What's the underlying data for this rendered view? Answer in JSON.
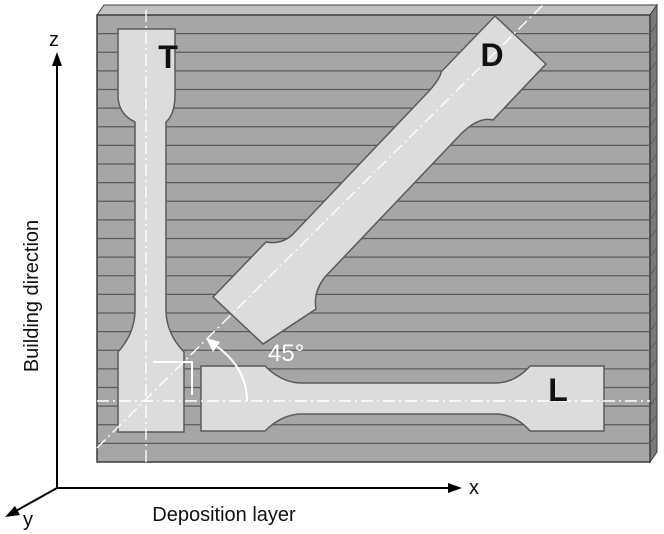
{
  "specimens": {
    "t": {
      "label": "T"
    },
    "d": {
      "label": "D"
    },
    "l": {
      "label": "L"
    }
  },
  "angle": {
    "label": "45°"
  },
  "axes": {
    "z_label": "z",
    "x_label": "x",
    "y_label": "y",
    "vertical_title": "Building direction",
    "horizontal_title": "Deposition layer"
  },
  "layers": {
    "count": 23
  },
  "colors": {
    "block": "#a6a6a6",
    "layer_line": "#5a5a5a",
    "block_edge": "#3c3c3c",
    "side_face": "#7a7a7a",
    "top_face": "#c2c2c2",
    "specimen_fill": "#dcdcdc",
    "specimen_edge": "#5a5a5a",
    "center_line": "#ffffff",
    "axis": "#000000"
  }
}
